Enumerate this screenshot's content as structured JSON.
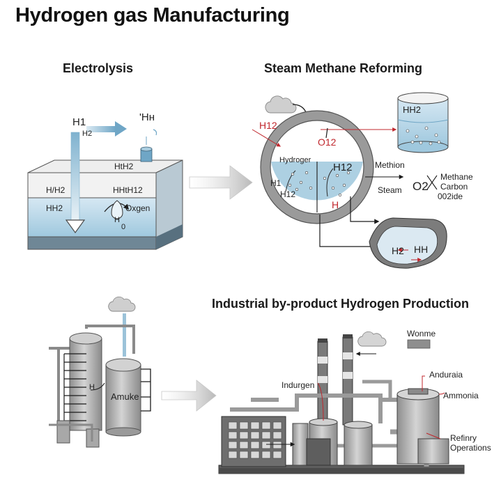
{
  "title": "Hydrogen gas Manufacturing",
  "sections": {
    "electrolysis": {
      "title": "Electrolysis",
      "labels": {
        "h1": "H1",
        "h2_sub": "H2",
        "vent": "'Hн",
        "top_right": "HtH2",
        "left_mid": "H/H2",
        "right_mid": "HHtH12",
        "left_low": "HH2",
        "oxygen": "Oxgen",
        "bubble_h": "H",
        "bubble_o": "0"
      }
    },
    "smr": {
      "title": "Steam Methane Reforming",
      "labels": {
        "h12_red": "H12",
        "o12": "O12",
        "hydrogen": "Hydroger",
        "h12_inner": "H12",
        "h1_left": "H1",
        "h12_left": "H12",
        "h_red": "H",
        "tank": "HH2",
        "methion": "Methion",
        "steam": "Steam",
        "o2": "O2",
        "methane": "Methane",
        "carbon": "Carbon",
        "dioxide": "002ide",
        "dish_h2": "H2",
        "dish_hh": "HH"
      }
    },
    "industrial": {
      "title": "Industrial by-product Hydrogen Production",
      "labels": {
        "column_label": "Amuke",
        "column_h": "H",
        "wonme": "Wonme",
        "indurgen": "Indurgen",
        "anduraia": "Anduraia",
        "ammonia": "Ammonia",
        "refinery_line1": "Refinry",
        "refinery_line2": "Operations"
      }
    }
  },
  "colors": {
    "water_light": "#dbe9f2",
    "water_blue": "#a9cde0",
    "slab_top": "#ececec",
    "slab_dark": "#6f8796",
    "arrow_blue": "#6fa6c6",
    "accent_red": "#c0272d",
    "metal": "#b6b6b6",
    "metal_dark": "#7b7b7b"
  }
}
